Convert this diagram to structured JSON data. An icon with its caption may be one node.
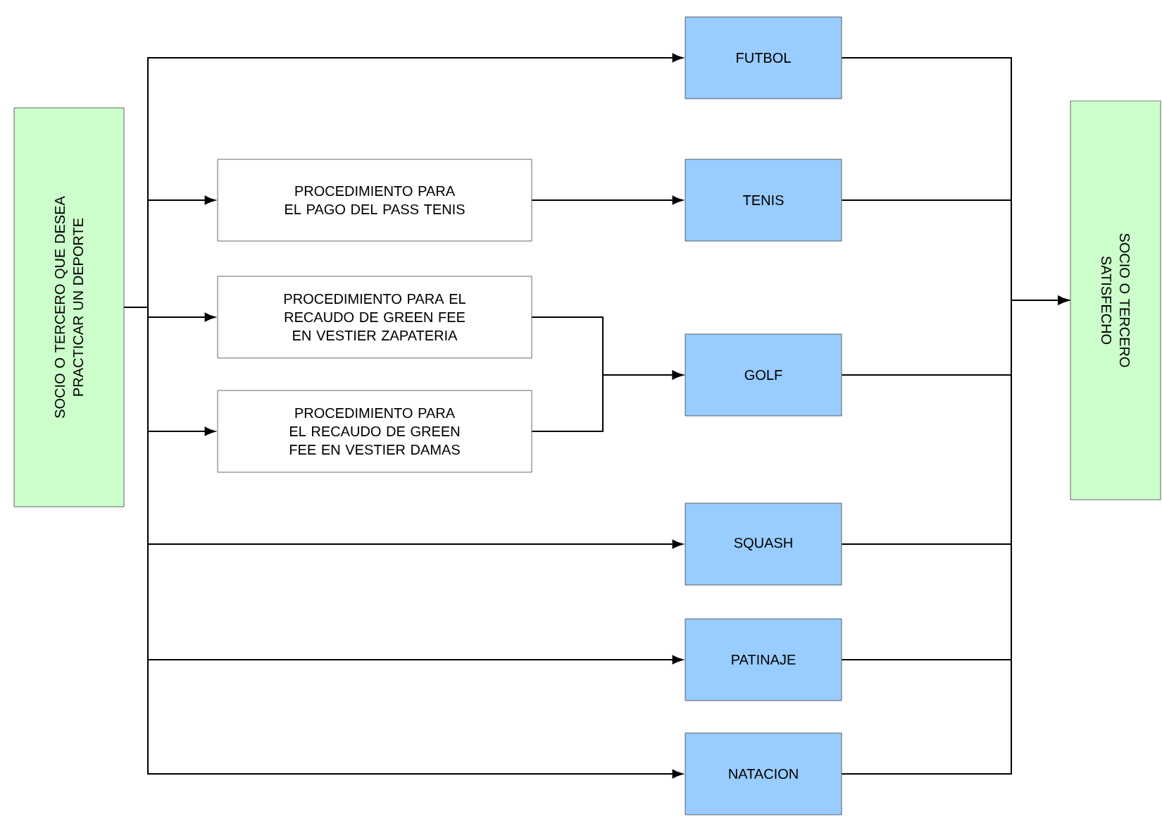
{
  "diagram": {
    "nodes": [
      {
        "text": [
          "SOCIO O TERCERO QUE DESEA PRACTICAR UN DEPORTE"
        ]
      },
      {
        "text": [
          "FUTBOL"
        ]
      },
      {
        "text": [
          "PROCEDIMIENTO PARA EL PAGO DEL PASS TENIS"
        ]
      },
      {
        "text": [
          "TENIS"
        ]
      },
      {
        "text": [
          "PROCEDIMIENTO PARA EL RECAUDO DE GREEN FEE EN VESTIER ZAPATERIA"
        ]
      },
      {
        "text": [
          "GOLF"
        ]
      },
      {
        "text": [
          "PROCEDIMIENTO PARA EL RECAUDO DE GREEN FEE EN VESTIER DAMAS"
        ]
      },
      {
        "text": [
          "SQUASH"
        ]
      },
      {
        "text": [
          "PATINAJE"
        ]
      },
      {
        "text": [
          "NATACION"
        ]
      },
      {
        "text": [
          "SOCIO O TERCERO SATISFECHO"
        ]
      }
    ],
    "edges": [
      {
        "from": 0,
        "to": 1,
        "arrow": "to"
      },
      {
        "from": 0,
        "to": 2,
        "arrow": "to"
      },
      {
        "from": 0,
        "to": 4,
        "arrow": "to"
      },
      {
        "from": 0,
        "to": 6,
        "arrow": "to"
      },
      {
        "from": 0,
        "to": 7,
        "arrow": "to"
      },
      {
        "from": 0,
        "to": 8,
        "arrow": "to"
      },
      {
        "from": 0,
        "to": 9,
        "arrow": "to"
      },
      {
        "from": 2,
        "to": 3,
        "arrow": "to"
      },
      {
        "from": 4,
        "to": 5,
        "arrow": "to"
      },
      {
        "from": 6,
        "to": 5,
        "arrow": "to"
      },
      {
        "from": 1,
        "to": 10,
        "arrow": "to"
      },
      {
        "from": 3,
        "to": 10,
        "arrow": "to"
      },
      {
        "from": 5,
        "to": 10,
        "arrow": "to"
      },
      {
        "from": 7,
        "to": 10,
        "arrow": "to"
      },
      {
        "from": 8,
        "to": 10,
        "arrow": "to"
      },
      {
        "from": 9,
        "to": 10,
        "arrow": "to"
      }
    ]
  }
}
